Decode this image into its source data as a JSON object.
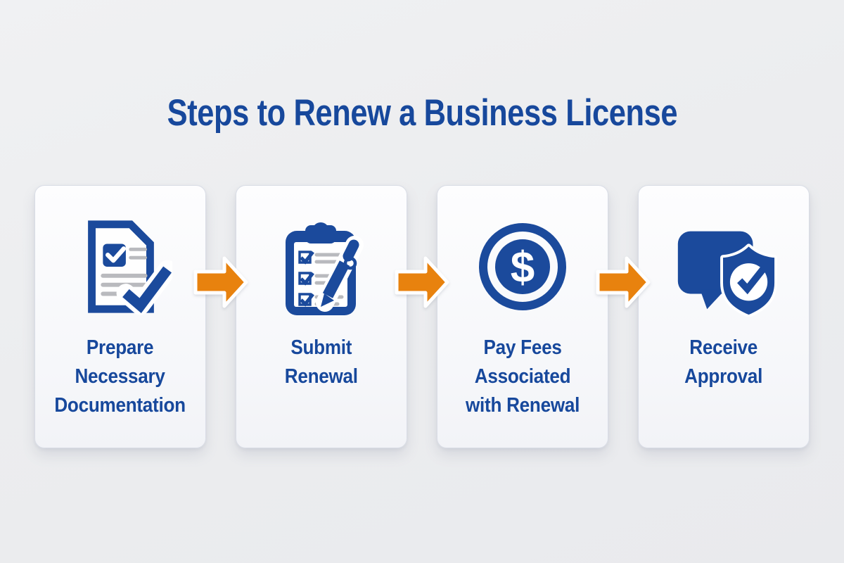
{
  "page": {
    "title": "Steps to Renew a Business License"
  },
  "colors": {
    "primary_blue": "#17489C",
    "icon_blue": "#1B4A9C",
    "arrow_orange": "#E8820E",
    "line_gray": "#B9BABE",
    "background_gray": "#ECEDEF",
    "card_white": "#FBFCFD"
  },
  "steps": [
    {
      "icon": "document-check-icon",
      "label": "Prepare Necessary Documentation",
      "lines": [
        "Prepare",
        "Necessary",
        "Documentation"
      ]
    },
    {
      "icon": "clipboard-pen-icon",
      "label": "Submit Renewal",
      "lines": [
        "Submit",
        "Renewal"
      ]
    },
    {
      "icon": "dollar-circle-icon",
      "label": "Pay Fees Associated with Renewal",
      "lines": [
        "Pay Fees",
        "Associated",
        "with Renewal"
      ],
      "symbol": "$"
    },
    {
      "icon": "shield-check-chat-icon",
      "label": "Receive Approval",
      "lines": [
        "Receive",
        "Approval"
      ]
    }
  ],
  "connectors": [
    {
      "icon": "arrow-right-icon"
    },
    {
      "icon": "arrow-right-icon"
    },
    {
      "icon": "arrow-right-icon"
    }
  ]
}
